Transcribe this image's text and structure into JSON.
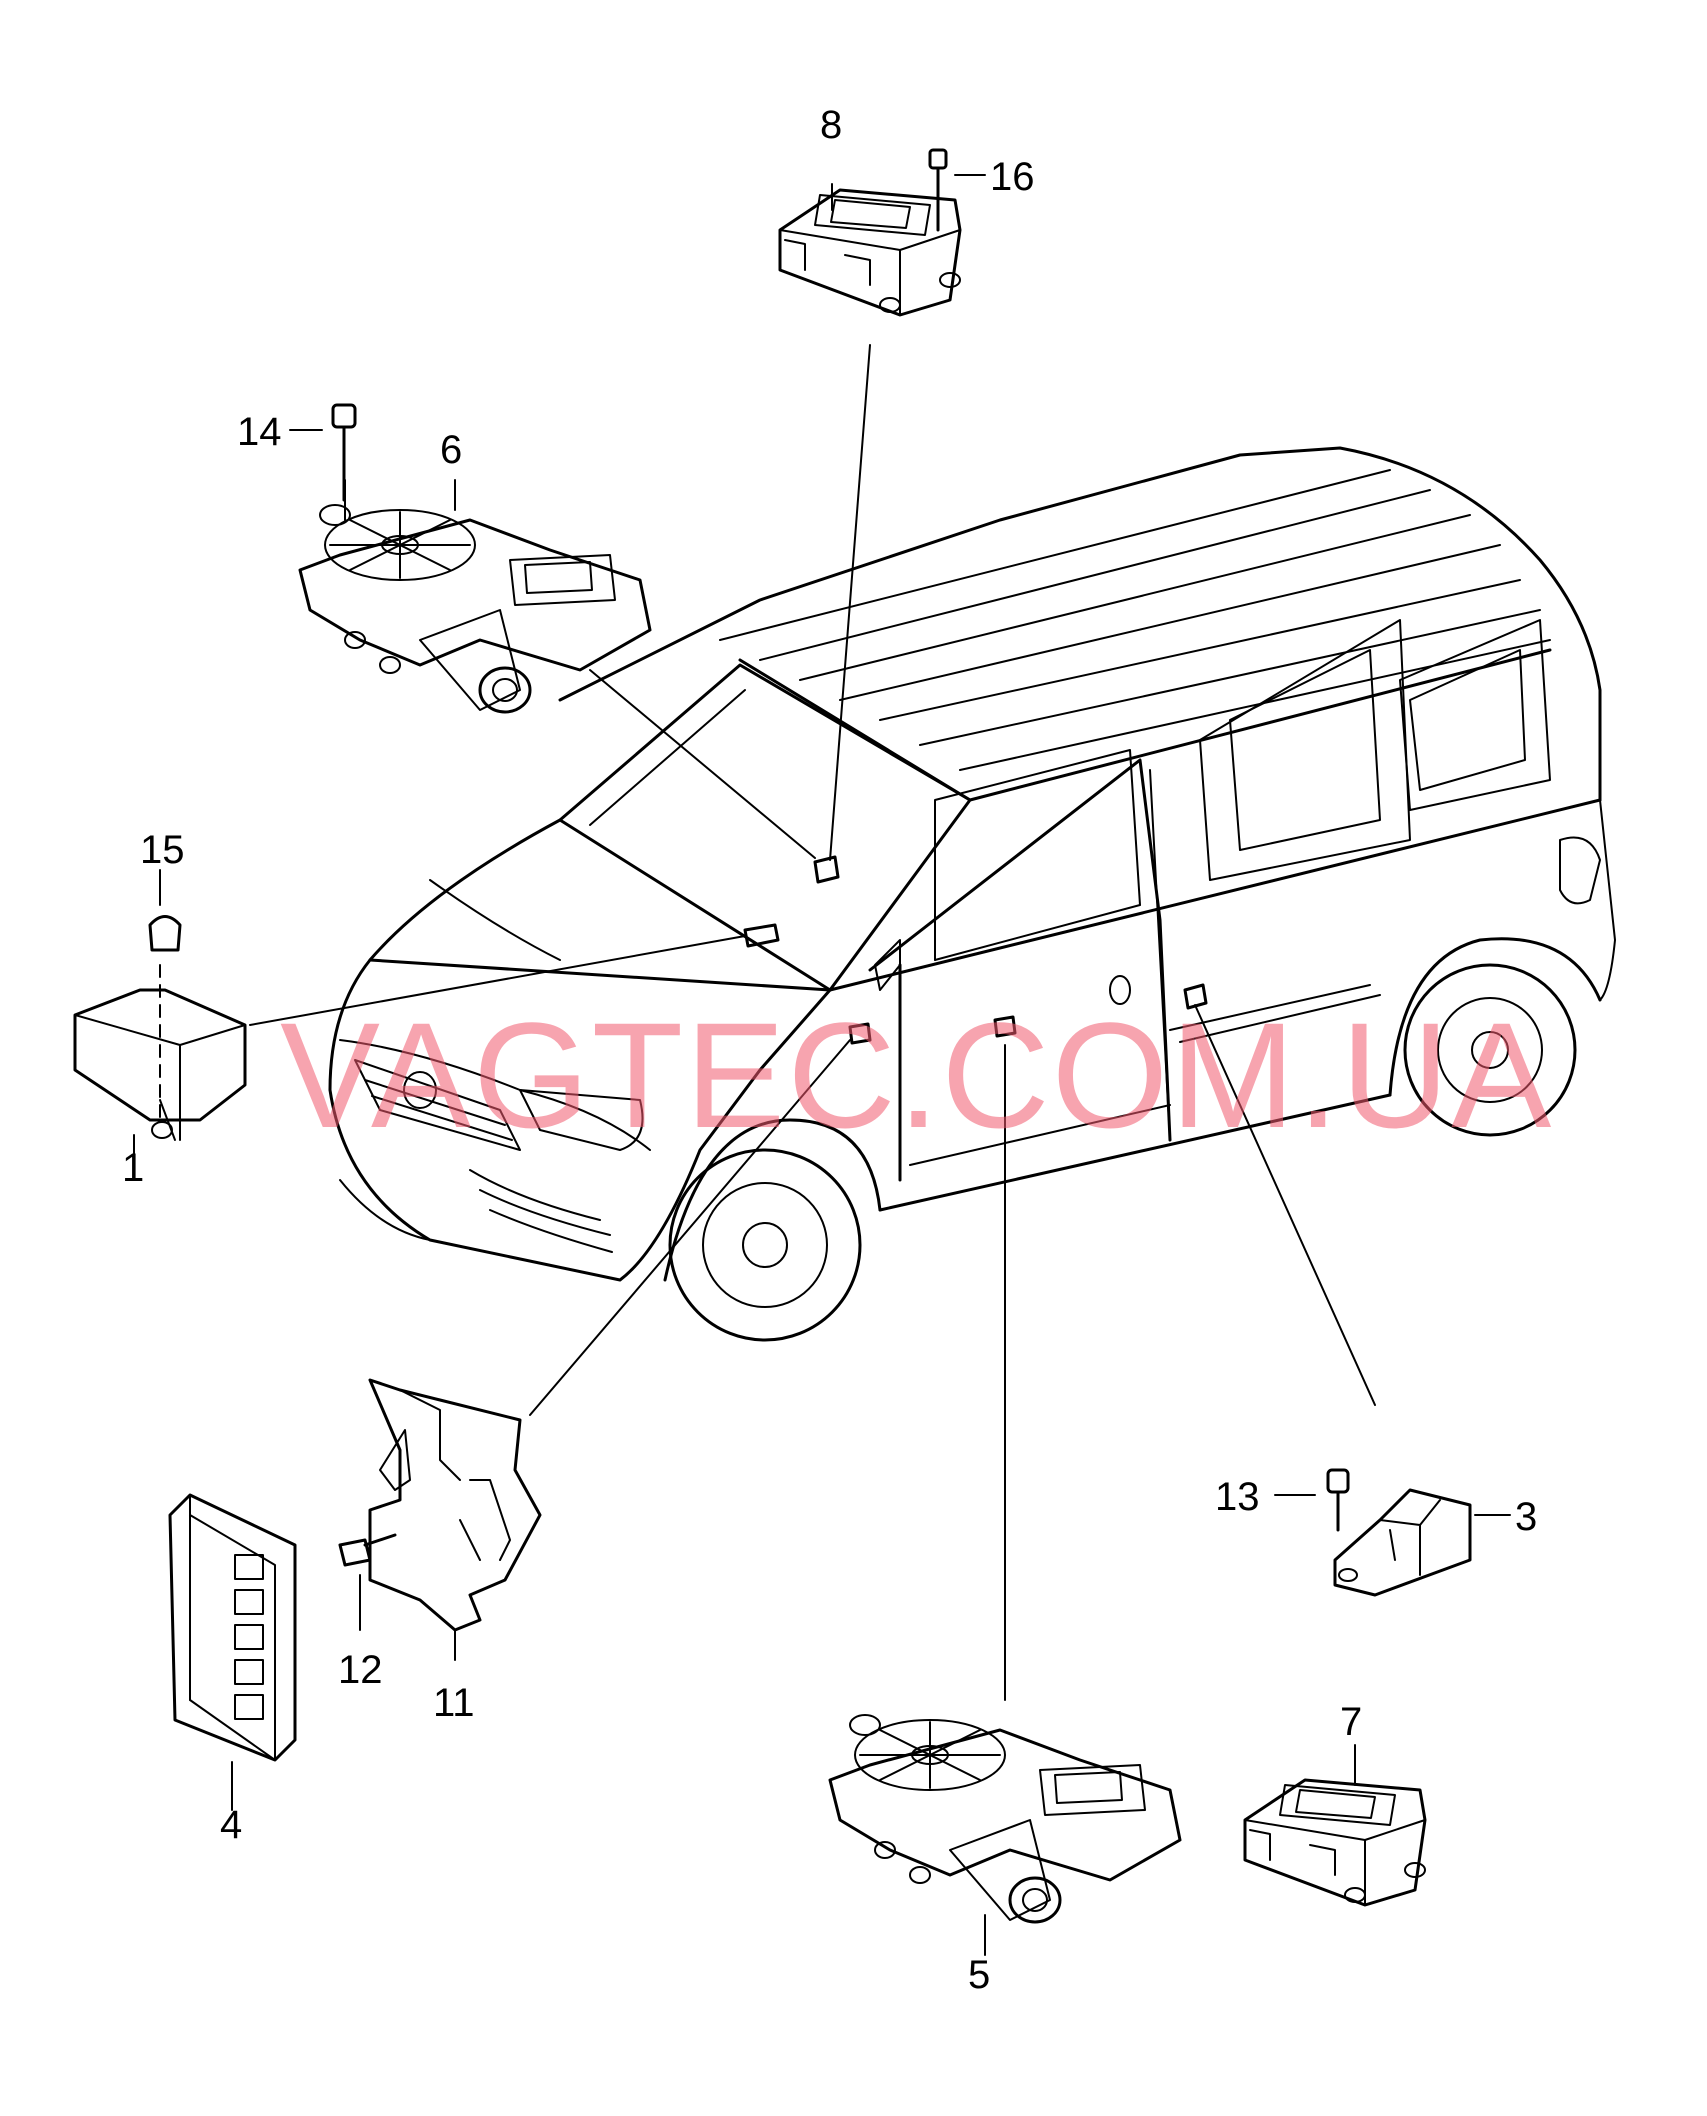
{
  "labels": {
    "l1": "1",
    "l3": "3",
    "l4": "4",
    "l5": "5",
    "l6": "6",
    "l7": "7",
    "l8": "8",
    "l11": "11",
    "l12": "12",
    "l13": "13",
    "l14": "14",
    "l15": "15",
    "l16": "16"
  },
  "watermark": "VAGTEC.COM.UA",
  "colors": {
    "line": "#000000",
    "watermark": "#f05a6e",
    "background": "#ffffff"
  }
}
